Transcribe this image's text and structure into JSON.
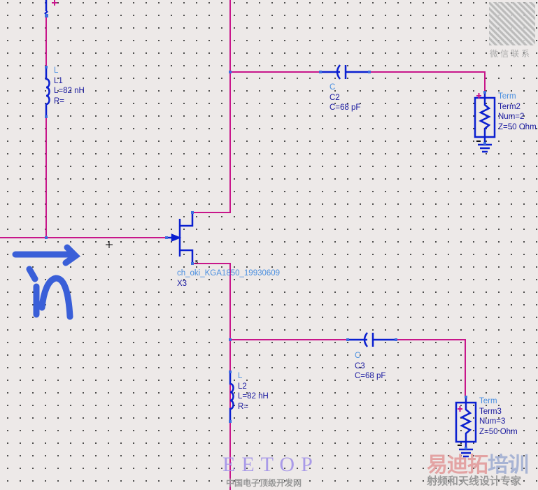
{
  "components": {
    "L1": {
      "type": "L",
      "name": "L1",
      "value": "L=82 nH",
      "r": "R="
    },
    "L2": {
      "type": "L",
      "name": "L2",
      "value": "L=82 nH",
      "r": "R="
    },
    "C2": {
      "type": "C",
      "name": "C2",
      "value": "C=68 pF"
    },
    "C3": {
      "type": "C",
      "name": "C3",
      "value": "C=68 pF"
    },
    "Term2": {
      "type": "Term",
      "name": "Term2",
      "num": "Num=2",
      "z": "Z=50 Ohm"
    },
    "Term3": {
      "type": "Term",
      "name": "Term3",
      "num": "Num=3",
      "z": "Z=50 Ohm"
    },
    "X3": {
      "model": "ch_oki_KGA1850_19930609",
      "name": "X3",
      "source_pin": "s"
    }
  },
  "colors": {
    "wire": "#c8168a",
    "component": "#0a1fd0",
    "pin": "#3d6fe0",
    "annotation": "#3a5fd8"
  },
  "watermarks": {
    "eetop": "EETOP",
    "eetop_sub": "中国电子顶级开发网",
    "brand_a": "易迪拓",
    "brand_b": "培训",
    "brand_sub": "射频和天线设计专家",
    "qr_caption": "微信联系"
  }
}
